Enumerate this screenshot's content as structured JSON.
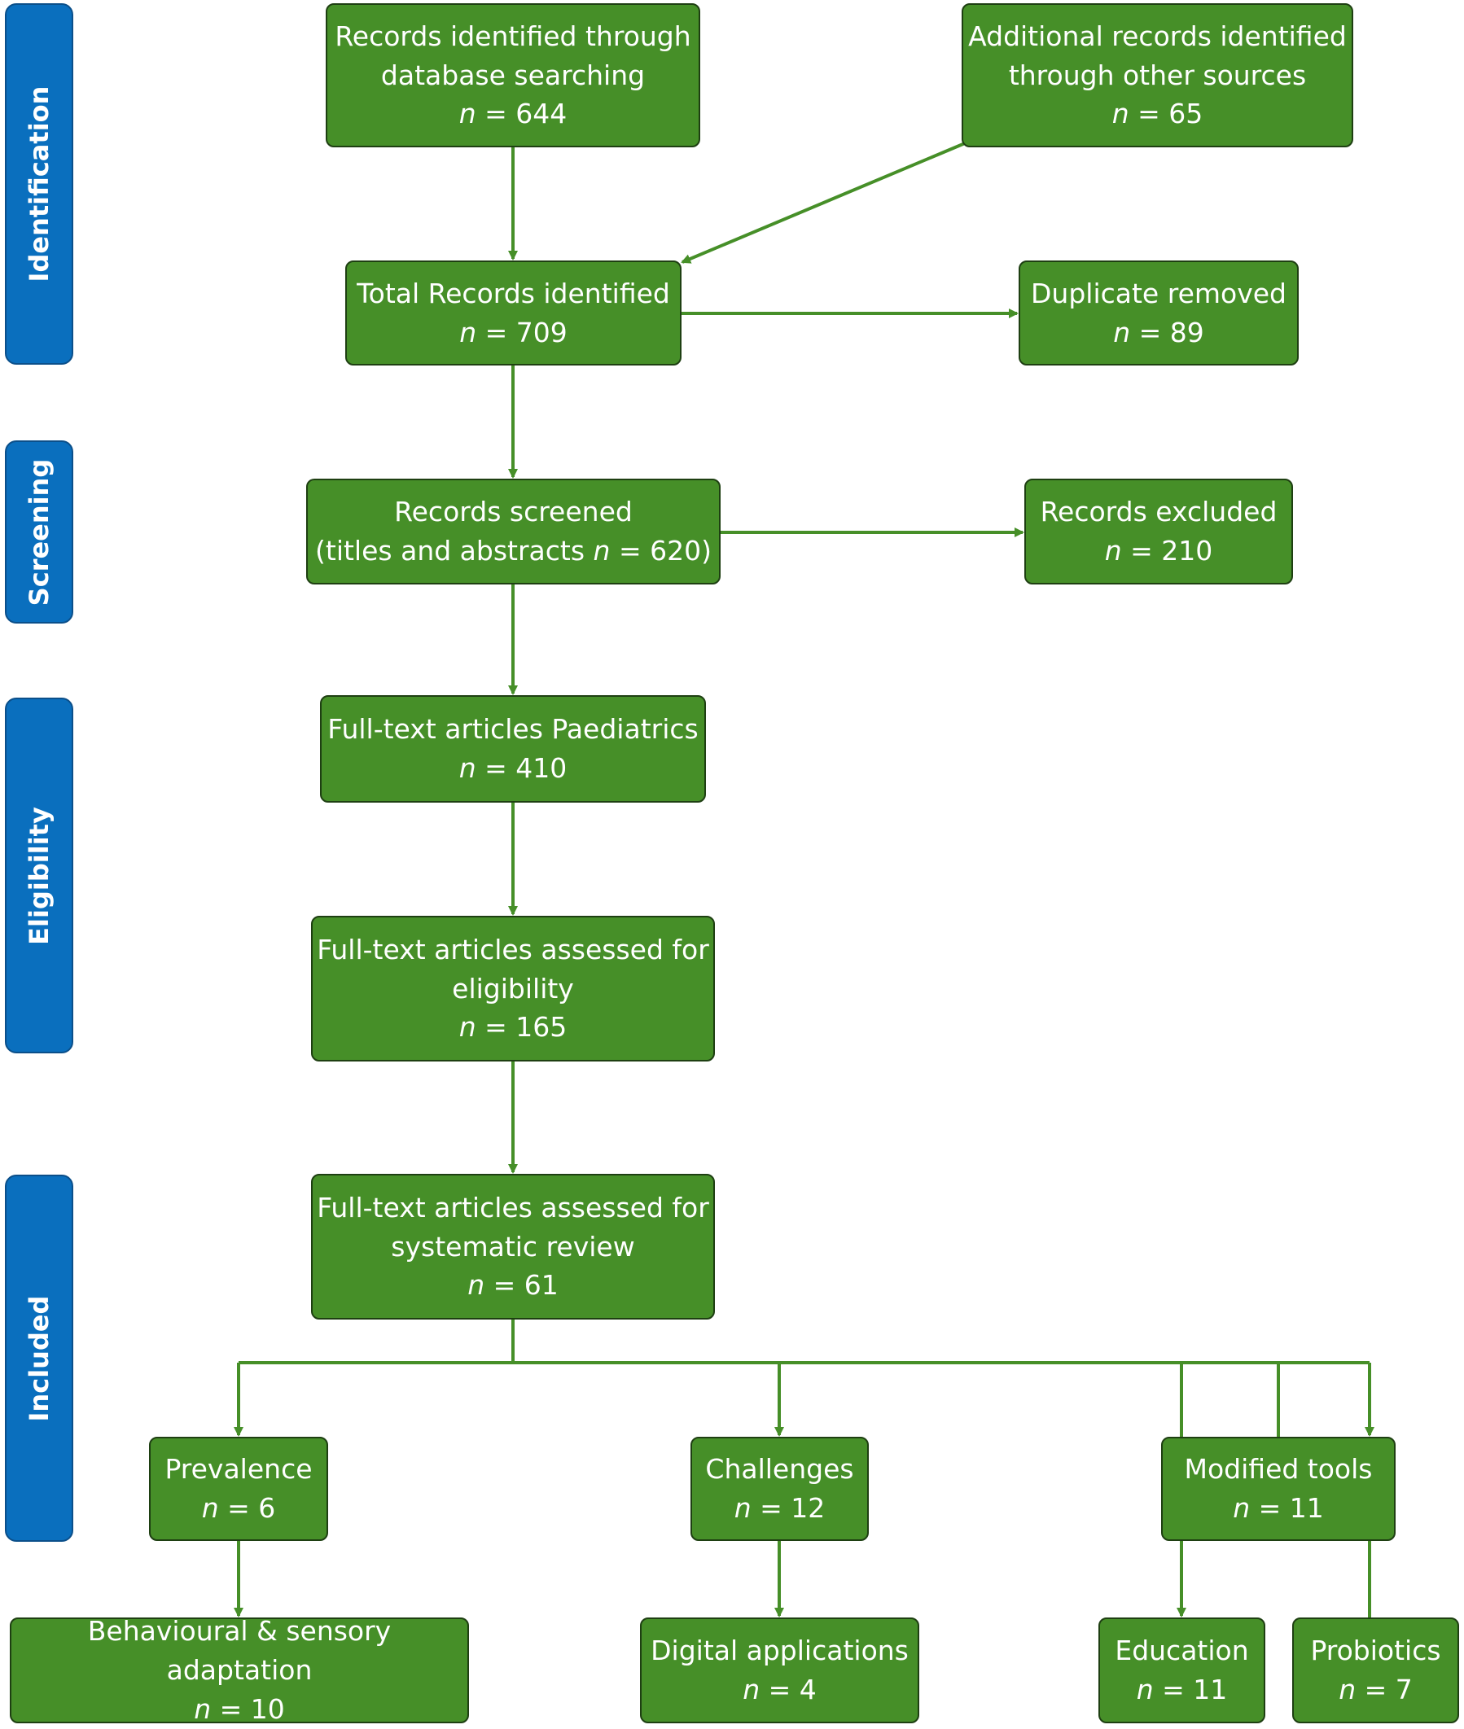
{
  "phases": {
    "identification": "Identification",
    "screening": "Screening",
    "eligibility": "Eligibility",
    "included": "Included"
  },
  "colors": {
    "box": "#468f28",
    "arrow": "#468f28",
    "phase": "#0a6fbe"
  },
  "boxes": {
    "database": {
      "line1": "Records identified through",
      "line2": "database searching",
      "n_label": "n",
      "n_value": "= 644"
    },
    "other": {
      "line1": "Additional records identified",
      "line2": "through other sources",
      "n_label": "n",
      "n_value": "= 65"
    },
    "total": {
      "line1": "Total Records identified",
      "n_label": "n",
      "n_value": "= 709"
    },
    "duplicate": {
      "line1": "Duplicate removed",
      "n_label": "n",
      "n_value": "= 89"
    },
    "screened": {
      "line1": "Records screened",
      "line2_prefix": "(titles and abstracts ",
      "n_label": "n",
      "n_value": "= 620)"
    },
    "excluded": {
      "line1": "Records excluded",
      "n_label": "n",
      "n_value": "= 210"
    },
    "paediatrics": {
      "line1": "Full-text articles Paediatrics",
      "n_label": "n",
      "n_value": "= 410"
    },
    "eligibility": {
      "line1": "Full-text articles assessed for",
      "line2": "eligibility",
      "n_label": "n",
      "n_value": "= 165"
    },
    "review": {
      "line1": "Full-text articles assessed for",
      "line2": "systematic review",
      "n_label": "n",
      "n_value": "= 61"
    },
    "prevalence": {
      "line1": "Prevalence",
      "n_label": "n",
      "n_value": "= 6"
    },
    "challenges": {
      "line1": "Challenges",
      "n_label": "n",
      "n_value": "= 12"
    },
    "modified": {
      "line1": "Modified tools",
      "n_label": "n",
      "n_value": "= 11"
    },
    "behavioural": {
      "line1": "Behavioural & sensory adaptation",
      "n_label": "n",
      "n_value": "= 10"
    },
    "digital": {
      "line1": "Digital applications",
      "n_label": "n",
      "n_value": "= 4"
    },
    "education": {
      "line1": "Education",
      "n_label": "n",
      "n_value": "= 11"
    },
    "probiotics": {
      "line1": "Probiotics",
      "n_label": "n",
      "n_value": "= 7"
    }
  }
}
